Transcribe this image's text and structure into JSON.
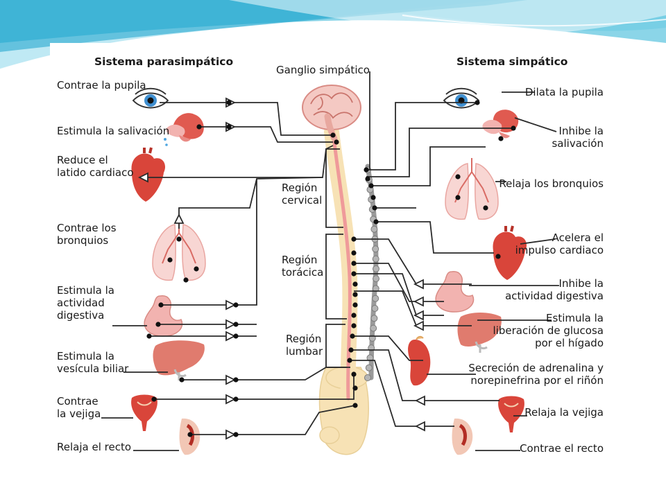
{
  "headers": {
    "parasympathetic": "Sistema parasimpático",
    "sympathetic": "Sistema simpático",
    "ganglion": "Ganglio simpático"
  },
  "regions": {
    "cervical": [
      "Región",
      "cervical"
    ],
    "thoracic": [
      "Región",
      "torácica"
    ],
    "lumbar": [
      "Región",
      "lumbar"
    ]
  },
  "parasympathetic_effects": [
    {
      "id": "pupil",
      "lines": [
        "Contrae la pupila"
      ],
      "icon": "eye-icon"
    },
    {
      "id": "saliva",
      "lines": [
        "Estimula la salivación"
      ],
      "icon": "salivary-gland-icon"
    },
    {
      "id": "heart",
      "lines": [
        "Reduce el",
        "latido cardiaco"
      ],
      "icon": "heart-icon"
    },
    {
      "id": "bronchi",
      "lines": [
        "Contrae los",
        "bronquios"
      ],
      "icon": "lungs-icon"
    },
    {
      "id": "digestive",
      "lines": [
        "Estimula la",
        "actividad",
        "digestiva"
      ],
      "icon": "stomach-icon"
    },
    {
      "id": "gallbladder",
      "lines": [
        "Estimula la",
        "vesícula biliar"
      ],
      "icon": "liver-icon"
    },
    {
      "id": "bladder",
      "lines": [
        "Contrae",
        "la vejiga"
      ],
      "icon": "bladder-icon"
    },
    {
      "id": "rectum",
      "lines": [
        "Relaja el recto"
      ],
      "icon": "rectum-icon"
    }
  ],
  "sympathetic_effects": [
    {
      "id": "pupil",
      "lines": [
        "Dilata la pupila"
      ],
      "icon": "eye-icon"
    },
    {
      "id": "saliva",
      "lines": [
        "Inhibe la",
        "salivación"
      ],
      "icon": "salivary-gland-icon"
    },
    {
      "id": "bronchi",
      "lines": [
        "Relaja los bronquios"
      ],
      "icon": "lungs-icon"
    },
    {
      "id": "heart",
      "lines": [
        "Acelera el",
        "impulso cardiaco"
      ],
      "icon": "heart-icon"
    },
    {
      "id": "digestive",
      "lines": [
        "Inhibe la",
        "actividad digestiva"
      ],
      "icon": "stomach-icon"
    },
    {
      "id": "liver",
      "lines": [
        "Estimula la",
        "liberación de glucosa",
        "por el hígado"
      ],
      "icon": "liver-icon"
    },
    {
      "id": "kidney",
      "lines": [
        "Secreción de adrenalina y",
        "norepinefrina por el riñón"
      ],
      "icon": "kidney-icon"
    },
    {
      "id": "bladder",
      "lines": [
        "Relaja la vejiga"
      ],
      "icon": "bladder-icon"
    },
    {
      "id": "rectum",
      "lines": [
        "Contrae el recto"
      ],
      "icon": "rectum-icon"
    }
  ],
  "colors": {
    "slide_teal": "#2bb3d6",
    "slide_light": "#bfe9f4",
    "nerve_line": "#2a2a2a",
    "organ_red": "#d9453a",
    "organ_pink": "#f2b3b0",
    "spine_cream": "#f7e2b5",
    "ganglion_gray": "#9a9a9a",
    "eye_blue": "#3f8fd0"
  }
}
